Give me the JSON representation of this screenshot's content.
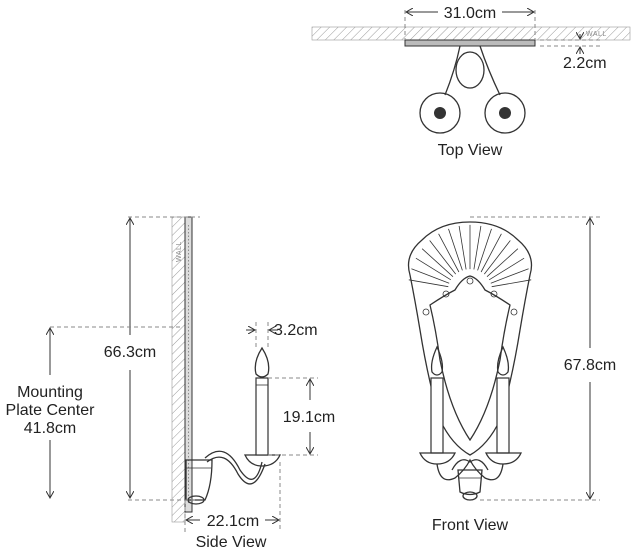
{
  "views": {
    "top": "Top View",
    "side": "Side View",
    "front": "Front View"
  },
  "wall_label": "WALL",
  "dimensions": {
    "top_width": "31.0cm",
    "top_depth": "2.2cm",
    "side_height": "66.3cm",
    "mounting_line1": "Mounting",
    "mounting_line2": "Plate Center",
    "mounting_value": "41.8cm",
    "candle_width": "3.2cm",
    "candle_height": "19.1cm",
    "extension": "22.1cm",
    "front_height": "67.8cm"
  },
  "colors": {
    "line": "#333333",
    "dashed": "#888888",
    "hatch": "#999999"
  }
}
